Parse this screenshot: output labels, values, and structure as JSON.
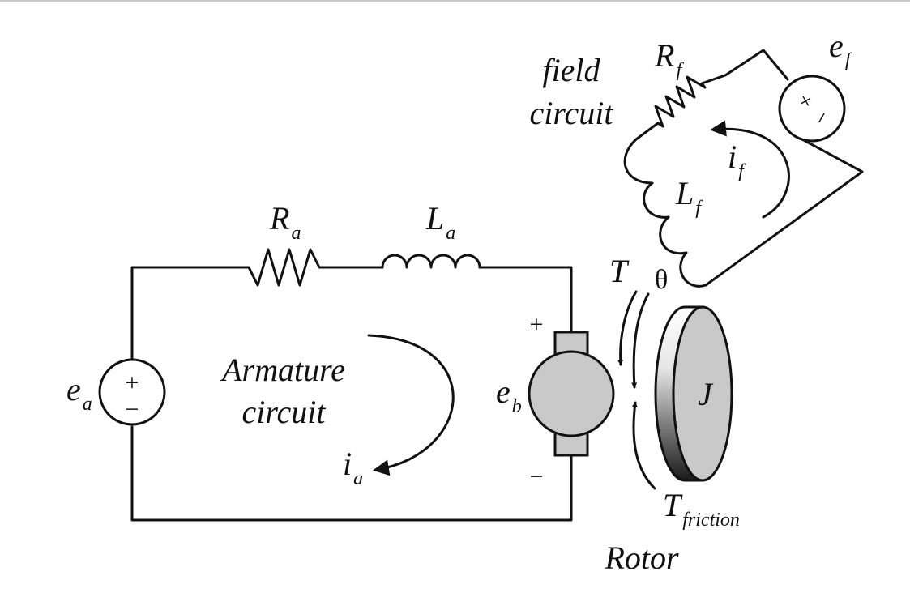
{
  "diagram": {
    "armature": {
      "title_line1": "Armature",
      "title_line2": "circuit",
      "source": {
        "main": "e",
        "sub": "a",
        "plus": "+",
        "minus": "−"
      },
      "resistor": {
        "main": "R",
        "sub": "a"
      },
      "inductor": {
        "main": "L",
        "sub": "a"
      },
      "current": {
        "main": "i",
        "sub": "a"
      }
    },
    "motor": {
      "emf": {
        "main": "e",
        "sub": "b"
      },
      "plus": "+",
      "minus": "−"
    },
    "field": {
      "title_line1": "field",
      "title_line2": "circuit",
      "source": {
        "main": "e",
        "sub": "f",
        "plus": "+",
        "minus": "−"
      },
      "resistor": {
        "main": "R",
        "sub": "f"
      },
      "inductor": {
        "main": "L",
        "sub": "f"
      },
      "current": {
        "main": "i",
        "sub": "f"
      }
    },
    "rotor": {
      "label": "Rotor",
      "inertia": "J",
      "torque": "T",
      "angle": "θ",
      "friction": {
        "main": "T",
        "sub": "friction"
      }
    }
  }
}
